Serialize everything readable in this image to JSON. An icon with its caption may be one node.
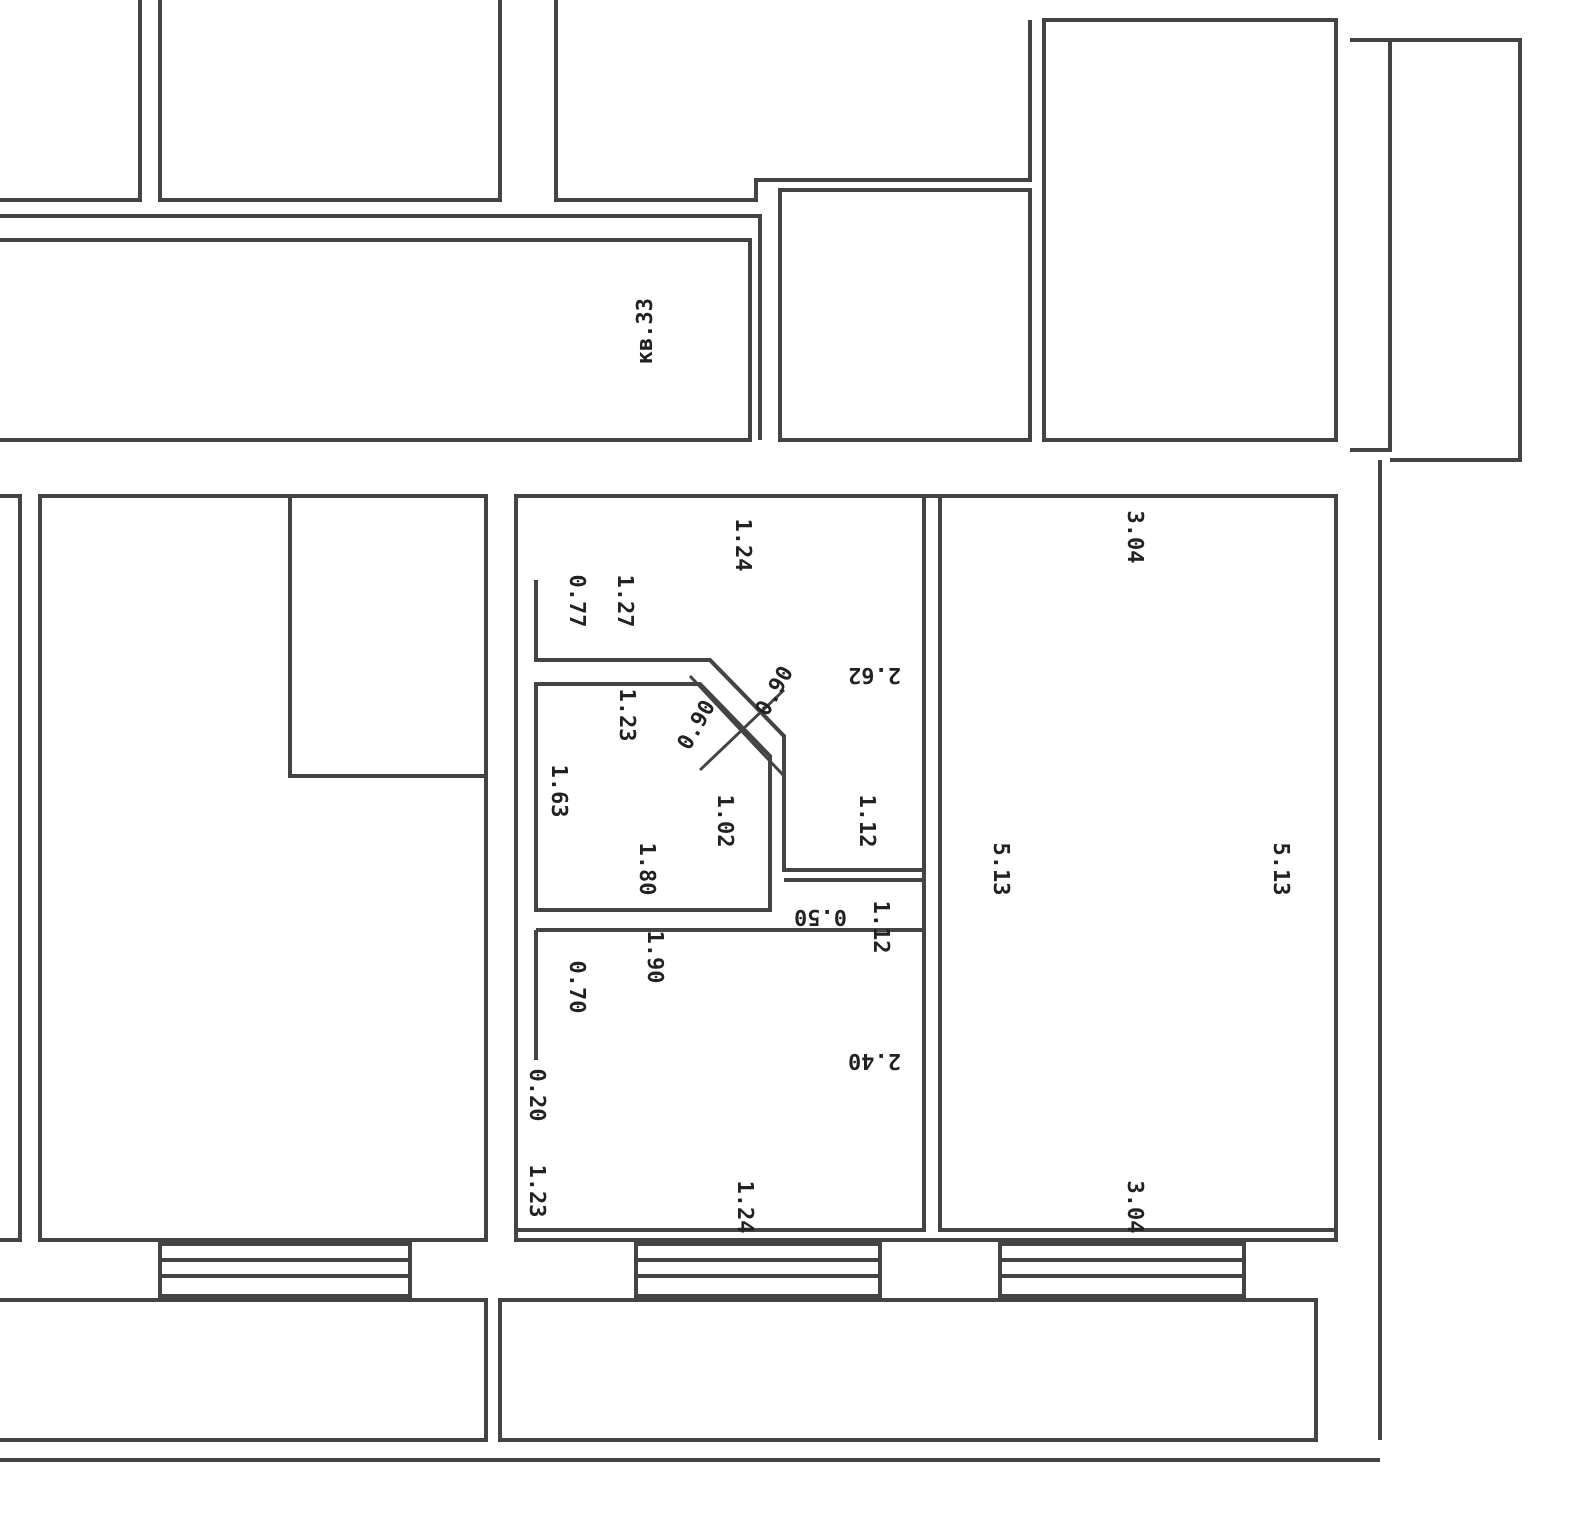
{
  "diagram": {
    "labels": [
      "кв.33",
      "1.24",
      "0.77",
      "1.27",
      "3.04",
      "1.23",
      "0.90",
      "0.90",
      "2.62",
      "1.63",
      "1.02",
      "1.12",
      "1.80",
      "5.13",
      "5.13",
      "0.50",
      "1.12",
      "1.90",
      "0.70",
      "2.40",
      "0.20",
      "1.23",
      "1.24",
      "3.04"
    ]
  }
}
